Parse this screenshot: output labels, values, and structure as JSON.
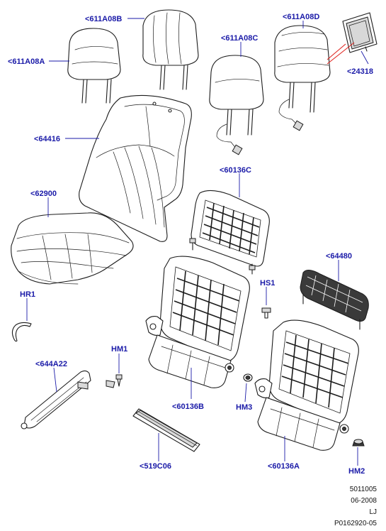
{
  "callouts": {
    "c611A08A": "<611A08A",
    "c611A08B": "<611A08B",
    "c611A08C": "<611A08C",
    "c611A08D": "<611A08D",
    "c24318": "<24318",
    "c64416": "<64416",
    "c60136C": "<60136C",
    "c62900": "<62900",
    "c64480": "<64480",
    "cHR1": "HR1",
    "cHS1": "HS1",
    "cHM1": "HM1",
    "c644A22": "<644A22",
    "c60136B": "<60136B",
    "cHM3": "HM3",
    "c519C06": "<519C06",
    "c60136A": "<60136A",
    "cHM2": "HM2"
  },
  "meta": {
    "line1": "5011005",
    "line2": "06-2008",
    "line3": "LJ",
    "line4": "P0162920-05"
  },
  "colors": {
    "callout_text": "#1a1aa8",
    "accent_leader": "#e0241f",
    "linework": "#1c1c1c"
  }
}
